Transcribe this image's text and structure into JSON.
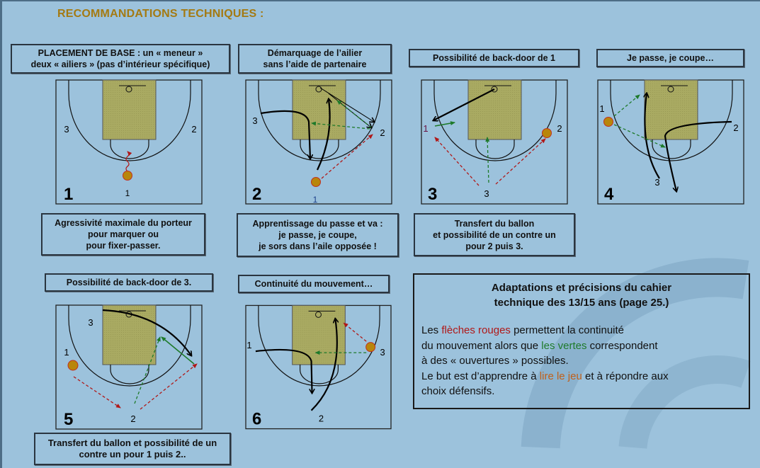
{
  "title": "RECOMMANDATIONS TECHNIQUES  :",
  "diagrams": [
    {
      "number": "1",
      "top": [
        "PLACEMENT DE BASE : un « meneur »",
        "deux « ailiers » (pas d’intérieur spécifique)"
      ],
      "bottom": [
        "Agressivité maximale du porteur",
        "pour marquer  ou",
        "pour fixer-passer."
      ],
      "players": [
        "1",
        "2",
        "3"
      ]
    },
    {
      "number": "2",
      "top": [
        "Démarquage de l’ailier",
        "sans l’aide de partenaire"
      ],
      "bottom": [
        "Apprentissage du passe et va :",
        "je passe, je coupe,",
        "je sors dans l’aile opposée !"
      ],
      "players": [
        "1",
        "2",
        "3"
      ]
    },
    {
      "number": "3",
      "top": [
        "Possibilité de back-door de 1"
      ],
      "bottom": [
        "Transfert du ballon",
        "et possibilité de un contre un",
        "pour 2 puis  3."
      ],
      "players": [
        "1",
        "2",
        "3"
      ]
    },
    {
      "number": "4",
      "top": [
        "Je passe, je coupe…"
      ],
      "players": [
        "1",
        "2",
        "3"
      ]
    },
    {
      "number": "5",
      "top": [
        "Possibilité de back-door de 3."
      ],
      "bottom": [
        "Transfert du ballon et possibilité de un",
        "contre un pour 1 puis 2.."
      ],
      "players": [
        "1",
        "2",
        "3"
      ]
    },
    {
      "number": "6",
      "top": [
        "Continuité du mouvement…"
      ],
      "players": [
        "1",
        "2",
        "3"
      ]
    }
  ],
  "info": {
    "heading": [
      "Adaptations et précisions du cahier",
      "technique des 13/15 ans (page 25.)"
    ],
    "p1_a": "Les ",
    "p1_red": "flèches rouges",
    "p1_b": " permettent la continuité",
    "p2_a": "du mouvement alors que ",
    "p2_green": "les vertes",
    "p2_b": " correspondent",
    "p3": "à des « ouvertures » possibles.",
    "p4_a": "Le but est d’apprendre à ",
    "p4_orange": "lire le jeu",
    "p4_b": " et à répondre aux",
    "p5": "choix défensifs."
  },
  "colors": {
    "background": "#9cc2dc",
    "title": "#a47a12",
    "key": "#a9aa62",
    "red_arrow": "#b01818",
    "green_arrow": "#1e7a2a",
    "ball": "#b8860b"
  }
}
